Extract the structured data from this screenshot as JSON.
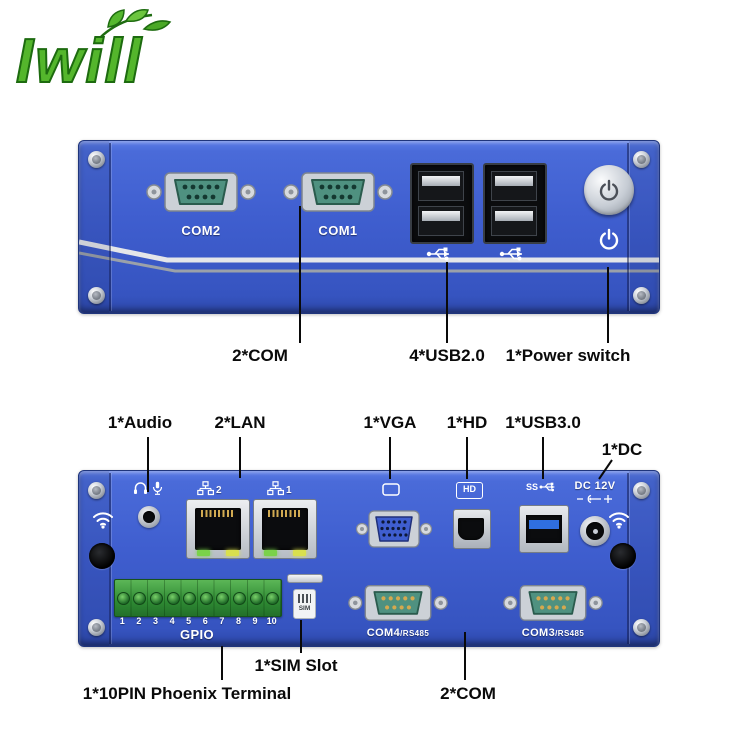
{
  "logo": {
    "text": "Iwill"
  },
  "front_panel": {
    "com2_label": "COM2",
    "com1_label": "COM1",
    "callouts": {
      "com": "2*COM",
      "usb": "4*USB2.0",
      "power": "1*Power switch"
    }
  },
  "mid_callouts": {
    "audio": "1*Audio",
    "lan": "2*LAN",
    "vga": "1*VGA",
    "hd": "1*HD",
    "usb3": "1*USB3.0",
    "dc": "1*DC"
  },
  "rear_panel": {
    "lan2_num": "2",
    "lan1_num": "1",
    "hd_icon": "HD",
    "ss_icon": "SS",
    "dc_label": "DC 12V",
    "sim_icon": "SIM",
    "gpio": {
      "label": "GPIO",
      "pins": [
        "1",
        "2",
        "3",
        "4",
        "5",
        "6",
        "7",
        "8",
        "9",
        "10"
      ]
    },
    "com4_main": "COM4",
    "com4_sub": "/RS485",
    "com3_main": "COM3",
    "com3_sub": "/RS485",
    "callouts": {
      "sim": "1*SIM Slot",
      "phoenix": "1*10PIN Phoenix Terminal",
      "com": "2*COM"
    }
  },
  "colors": {
    "panel_blue": "#3f5ecf",
    "logo_green": "#54b62c",
    "connector_green": "#4f9180",
    "usb3_blue": "#2f6fe0",
    "callout_text": "#0a0a0a"
  }
}
